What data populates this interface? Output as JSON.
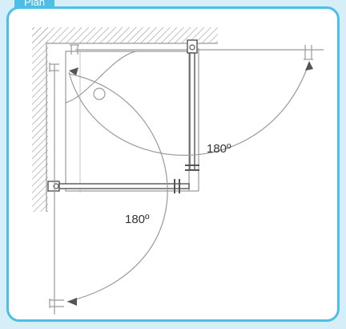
{
  "tab": {
    "label": "Plan"
  },
  "diagram": {
    "angle_right": "180º",
    "angle_bottom": "180º",
    "colors": {
      "accent": "#4dbfe6",
      "tab_bg": "#4dbfe6",
      "page_bg": "#d6eef8",
      "line": "#9a9a9a",
      "door": "#555555"
    }
  }
}
